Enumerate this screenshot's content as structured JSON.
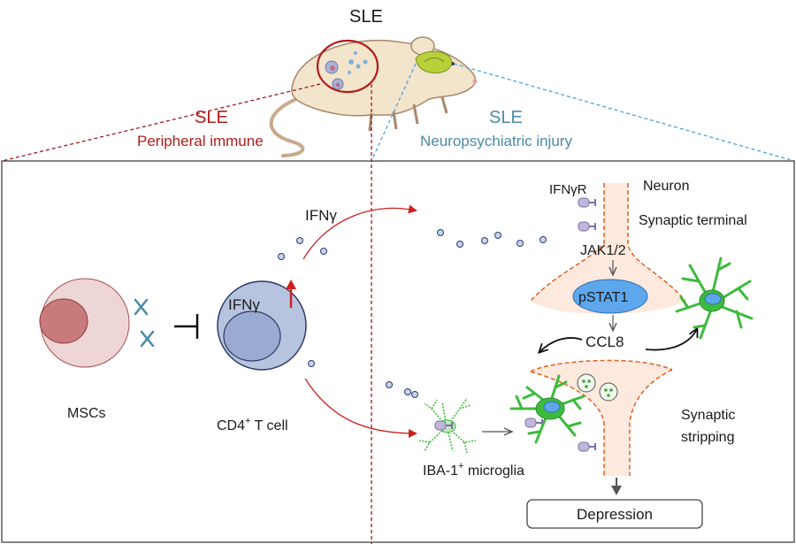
{
  "header": {
    "title": "SLE",
    "left_title": "SLE",
    "left_subtitle": "Peripheral immune",
    "right_title": "SLE",
    "right_subtitle": "Neuropsychiatric injury"
  },
  "left_panel": {
    "msc_label": "MSCs",
    "tcell_label_pre": "CD4",
    "tcell_label_sup": "+",
    "tcell_label_post": " T cell",
    "tcell_cytokine": "IFNγ",
    "secreted_label": "IFNγ"
  },
  "right_panel": {
    "receptor_label": "IFNγR",
    "neuron_label": "Neuron",
    "synaptic_terminal_label": "Synaptic terminal",
    "kinase_label": "JAK1/2",
    "pstat_label": "pSTAT1",
    "chemokine_label": "CCL8",
    "stripping_label_line1": "Synaptic",
    "stripping_label_line2": "stripping",
    "microglia_label_pre": "IBA-1",
    "microglia_label_sup": "+",
    "microglia_label_post": " microglia",
    "outcome_label": "Depression"
  },
  "colors": {
    "dark_red": "#b01c1c",
    "teal": "#4a8aa6",
    "tcell_blue": "#b7c4e0",
    "microglia_green": "#3dbb3d",
    "neuron_fill": "#fde9de",
    "neuron_border": "#e0601e",
    "msc_pink": "#efd6d6"
  }
}
